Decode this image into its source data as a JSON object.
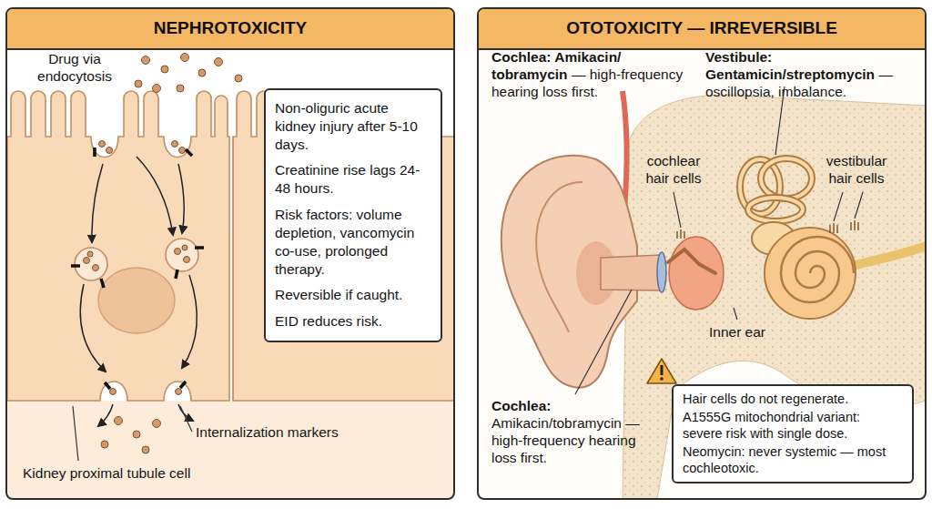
{
  "diagram": {
    "nodes": [
      {
        "text": [
          "NEPHROTOXICITY"
        ]
      },
      {
        "text": [
          "Non-oliguric acute kidney injury after 5-10 days.",
          "Creatinine rise lags 24-48 hours.",
          "Risk factors: volume depletion, vancomycin co-use, prolonged therapy.",
          "Reversible if caught.",
          "EID reduces risk."
        ],
        "in": 0
      },
      {
        "text": [
          "OTOTOXICITY — IRREVERSIBLE"
        ]
      },
      {
        "text": [
          "Hair cells do not regenerate.",
          "A1555G mitochondrial variant: severe risk with single dose.",
          "Neomycin: never systemic — most cochleotoxic."
        ],
        "in": 2
      }
    ],
    "labels": [
      "Drug via endocytosis",
      "Internalization markers",
      "Kidney proximal tubule cell",
      "Cochlea: Amikacin/ tobramycin",
      "— high-frequency hearing loss first.",
      "Vestibule: Gentamicin/streptomycin",
      "— oscillopsia, imbalance.",
      "cochlear hair cells",
      "vestibular hair cells",
      "Inner ear",
      "Cochlea:",
      "Amikacin/tobramycin — high-frequency hearing loss first."
    ]
  }
}
